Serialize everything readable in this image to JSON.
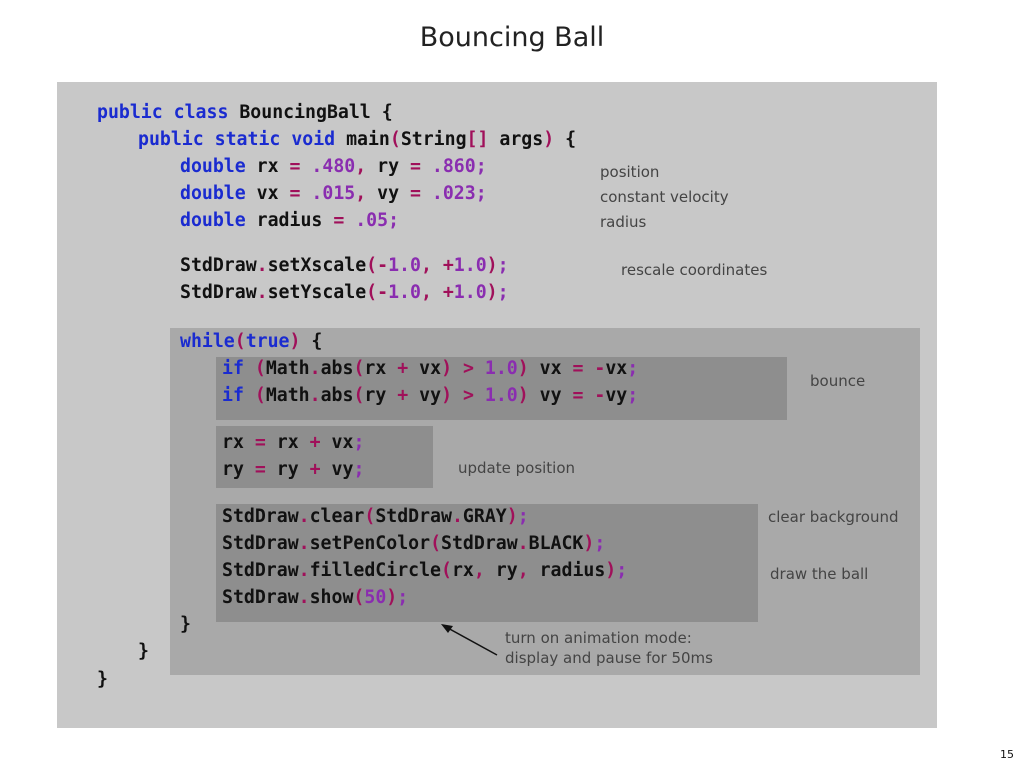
{
  "slide": {
    "title": "Bouncing Ball",
    "page_number": "15"
  },
  "code_lines": [
    "public class BouncingBall {",
    "public static void main(String[] args) {",
    "double rx = .480, ry = .860;",
    "double vx = .015, vy = .023;",
    "double radius = .05;",
    "StdDraw.setXscale(-1.0, +1.0);",
    "StdDraw.setYscale(-1.0, +1.0);",
    "while(true) {",
    "if (Math.abs(rx + vx) > 1.0) vx = -vx;",
    "if (Math.abs(ry + vy) > 1.0) vy = -vy;",
    "rx = rx + vx;",
    "ry = ry + vy;",
    "StdDraw.clear(StdDraw.GRAY);",
    "StdDraw.setPenColor(StdDraw.BLACK);",
    "StdDraw.filledCircle(rx, ry, radius);",
    "StdDraw.show(50);",
    "}",
    "}",
    "}"
  ],
  "annotations": {
    "position": "position",
    "constant_velocity": "constant velocity",
    "radius": "radius",
    "rescale": "rescale coordinates",
    "bounce": "bounce",
    "update_position": "update position",
    "clear_background": "clear background",
    "draw_ball": "draw the ball",
    "animation_line1": "turn on animation mode:",
    "animation_line2": "display and pause for 50ms"
  },
  "colors": {
    "keyword": "#1a2bd0",
    "operator": "#a0105a",
    "number": "#8a2db0",
    "panel": "#c8c8c8",
    "loop_box": "#a9a9a9",
    "block_box": "#8e8e8e"
  }
}
